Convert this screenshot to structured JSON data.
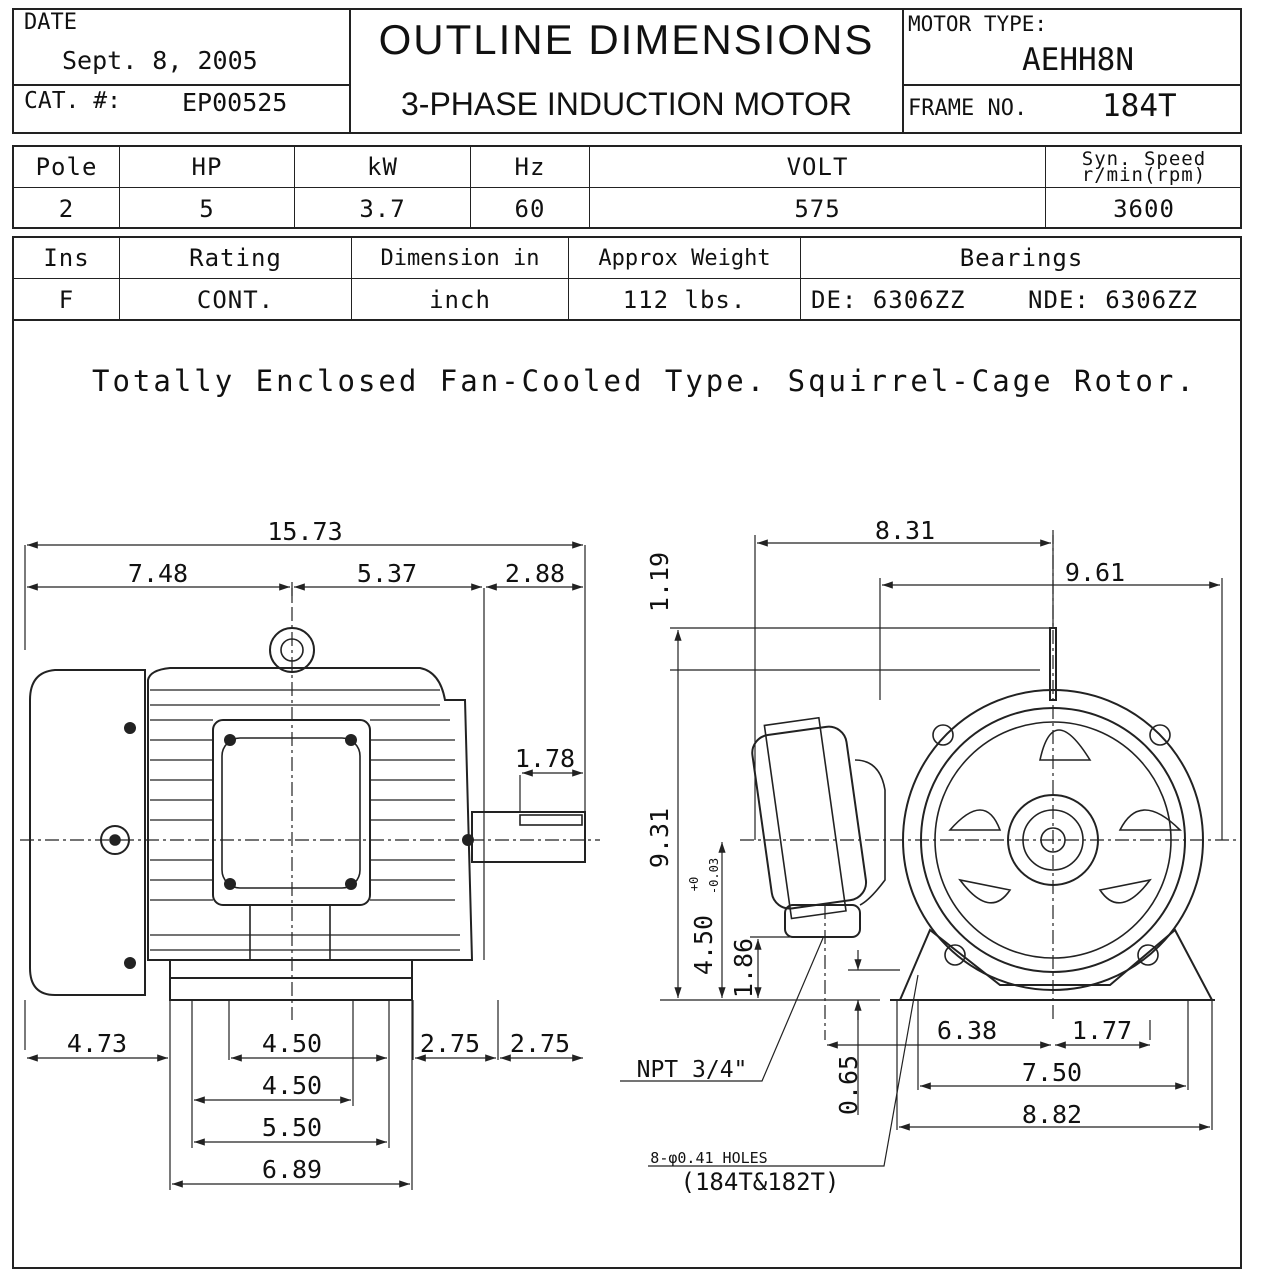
{
  "header": {
    "date_label": "DATE",
    "date_value": "Sept. 8, 2005",
    "cat_label": "CAT. #:",
    "cat_value": "EP00525",
    "title": "OUTLINE DIMENSIONS",
    "subtitle": "3-PHASE INDUCTION MOTOR",
    "motor_type_label": "MOTOR TYPE:",
    "motor_type_value": "AEHH8N",
    "frame_label": "FRAME NO.",
    "frame_value": "184T"
  },
  "spec_table_1": {
    "headers": [
      "Pole",
      "HP",
      "kW",
      "Hz",
      "VOLT",
      "Syn. Speed",
      "r/min(rpm)"
    ],
    "values": [
      "2",
      "5",
      "3.7",
      "60",
      "575",
      "3600"
    ]
  },
  "spec_table_2": {
    "headers": [
      "Ins",
      "Rating",
      "Dimension in",
      "Approx Weight",
      "Bearings"
    ],
    "values": [
      "F",
      "CONT.",
      "inch",
      "112 lbs.",
      "DE: 6306ZZ",
      "NDE: 6306ZZ"
    ]
  },
  "description": "Totally Enclosed Fan-Cooled Type. Squirrel-Cage Rotor.",
  "side_view": {
    "dims": [
      "15.73",
      "7.48",
      "5.37",
      "2.88",
      "1.78",
      "4.73",
      "4.50",
      "2.75",
      "2.75",
      "4.50",
      "5.50",
      "6.89"
    ]
  },
  "end_view": {
    "dims": [
      "8.31",
      "9.61",
      "1.19",
      "9.31",
      "4.50",
      "1.86",
      "0.65",
      "6.38",
      "1.77",
      "7.50",
      "8.82"
    ],
    "tolerance_upper": "+0",
    "tolerance_lower": "-0.03",
    "npt_label": "NPT 3/4\"",
    "holes_label": "8-φ0.41 HOLES",
    "frames_label": "(184T&182T)"
  }
}
